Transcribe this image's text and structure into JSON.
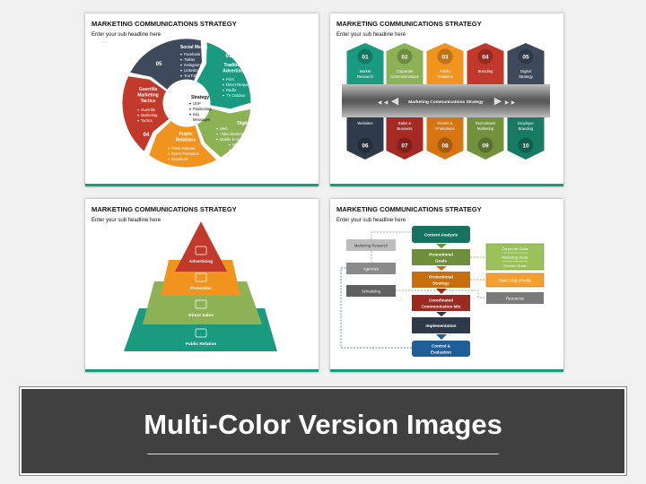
{
  "slides": {
    "title": "MARKETING COMMUNICATIONS STRATEGY",
    "subtitle": "Enter your sub headline here"
  },
  "wheel": {
    "center": {
      "title": "Strategy",
      "bullets": [
        "USP",
        "Positioning",
        "Key",
        "Messages"
      ]
    },
    "segments": [
      {
        "num": "01",
        "title": [
          "Traditional",
          "Advertising"
        ],
        "bullets": [
          "Print",
          "Direct Response",
          "Radio",
          "TV Outdoor"
        ],
        "color": "#1a9a7e"
      },
      {
        "num": "02",
        "title": [
          "Digital"
        ],
        "bullets": [
          "Web",
          "Video Marketing",
          "Mobile E-marketing",
          "SEO",
          "SEM"
        ],
        "color": "#8db255"
      },
      {
        "num": "03",
        "title": [
          "Public",
          "Relations"
        ],
        "bullets": [
          "Press Release",
          "Event Promotion",
          "Broadcast"
        ],
        "color": "#f0931f"
      },
      {
        "num": "04",
        "title": [
          "Guerrilla",
          "Marketing",
          "Tactics"
        ],
        "bullets": [
          "Guerrilla",
          "Marketing",
          "Tactics"
        ],
        "color": "#c0392b"
      },
      {
        "num": "05",
        "title": [
          "Social Media"
        ],
        "bullets": [
          "Facebook",
          "Twitter",
          "Instagram",
          "LinkedIn",
          "YouTube"
        ],
        "color": "#3e4a5c"
      }
    ]
  },
  "hexbar": {
    "center_label": "Marketing Communications Strategy",
    "top": [
      {
        "num": "01",
        "label": [
          "Market",
          "Research"
        ],
        "color": "#1a9a7e"
      },
      {
        "num": "02",
        "label": [
          "Corporate",
          "Communications"
        ],
        "color": "#8db255"
      },
      {
        "num": "03",
        "label": [
          "Public",
          "Relations"
        ],
        "color": "#f0931f"
      },
      {
        "num": "04",
        "label": [
          "Branding"
        ],
        "color": "#c0392b"
      },
      {
        "num": "05",
        "label": [
          "Digital",
          "Strategy"
        ],
        "color": "#3e4a5c"
      }
    ],
    "bottom": [
      {
        "num": "06",
        "label": [
          "Websites"
        ],
        "color": "#2f3a4a"
      },
      {
        "num": "07",
        "label": [
          "Sales &",
          "Business"
        ],
        "color": "#a52a23"
      },
      {
        "num": "08",
        "label": [
          "Events &",
          "Promotions"
        ],
        "color": "#d67512"
      },
      {
        "num": "09",
        "label": [
          "Recruitment",
          "Marketing"
        ],
        "color": "#73903c"
      },
      {
        "num": "10",
        "label": [
          "Employer",
          "Branding"
        ],
        "color": "#177a62"
      }
    ]
  },
  "pyramid": {
    "levels": [
      {
        "label": "Advertising",
        "icon": "monitor-icon",
        "color": "#c0392b"
      },
      {
        "label": "Promotion",
        "icon": "megaphone-icon",
        "color": "#f0931f"
      },
      {
        "label": "Direct Sales",
        "icon": "sales-icon",
        "color": "#8db255"
      },
      {
        "label": "Public Relation",
        "icon": "presentation-icon",
        "color": "#1a9a7e"
      }
    ]
  },
  "flow": {
    "center": [
      {
        "label": [
          "Content Analysis"
        ],
        "color": "#17735f"
      },
      {
        "label": [
          "Promotional",
          "Goals"
        ],
        "color": "#6e8f3a"
      },
      {
        "label": [
          "Promotional",
          "Strategy"
        ],
        "color": "#c76f0d"
      },
      {
        "label": [
          "Coordinated",
          "Communication Mix"
        ],
        "color": "#9c2a22"
      },
      {
        "label": [
          "Implementation"
        ],
        "color": "#2e3a4a"
      },
      {
        "label": [
          "Control &",
          "Evaluation"
        ],
        "color": "#1f5f99"
      }
    ],
    "left": [
      "Marketing Research",
      "Agencies",
      "Scheduling"
    ],
    "goals": [
      "Corporate Goals",
      "Marketing Goals",
      "Comms Goals"
    ],
    "push": "Push | Pull | Profile",
    "resources": "Resources"
  },
  "banner": {
    "title": "Multi-Color Version Images"
  }
}
